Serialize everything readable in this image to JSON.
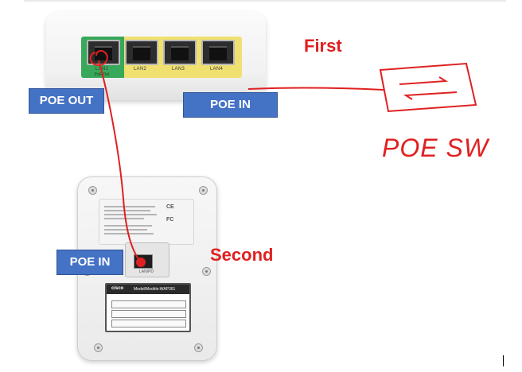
{
  "first_device": {
    "ports": [
      {
        "label": "LAN1",
        "sublabel": "PoE Out"
      },
      {
        "label": "LAN2",
        "sublabel": ""
      },
      {
        "label": "LAN3",
        "sublabel": ""
      },
      {
        "label": "LAN4",
        "sublabel": ""
      }
    ]
  },
  "labels": {
    "poe_out": "POE OUT",
    "poe_in_first": "POE IN",
    "poe_in_second": "POE IN",
    "first": "First",
    "second": "Second",
    "poe_switch_handwritten": "POE SW"
  },
  "second_device": {
    "port_label": "LAN/PD",
    "brand": "cisco",
    "model": "Model/Modèle:WAP361"
  },
  "colors": {
    "tag_blue": "#4472c4",
    "annotation_red": "#e02020",
    "poe_out_strip": "#38a85a",
    "lan_strip": "#f0e070"
  }
}
